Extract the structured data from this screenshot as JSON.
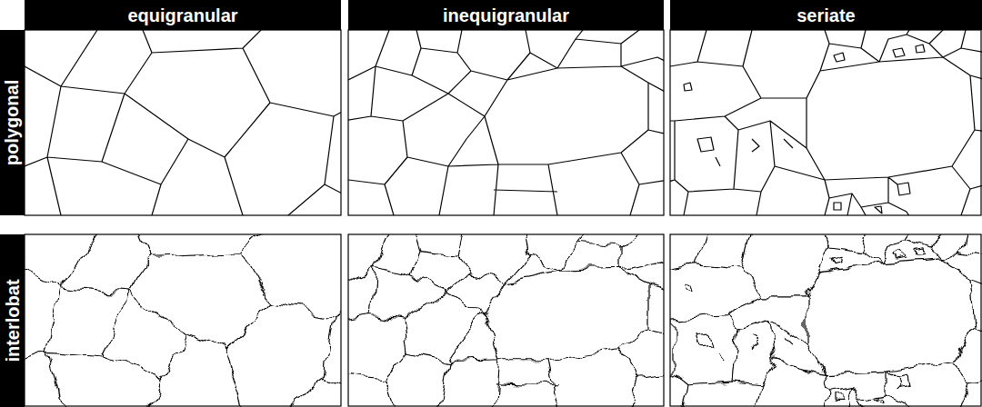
{
  "diagram": {
    "nodes": [
      {
        "text": [
          "equigranular"
        ]
      },
      {
        "text": [
          "inequigranular"
        ]
      },
      {
        "text": [
          "seriate"
        ]
      },
      {
        "text": [
          "polygonal"
        ]
      },
      {
        "text": [
          "interlobat"
        ]
      }
    ]
  }
}
